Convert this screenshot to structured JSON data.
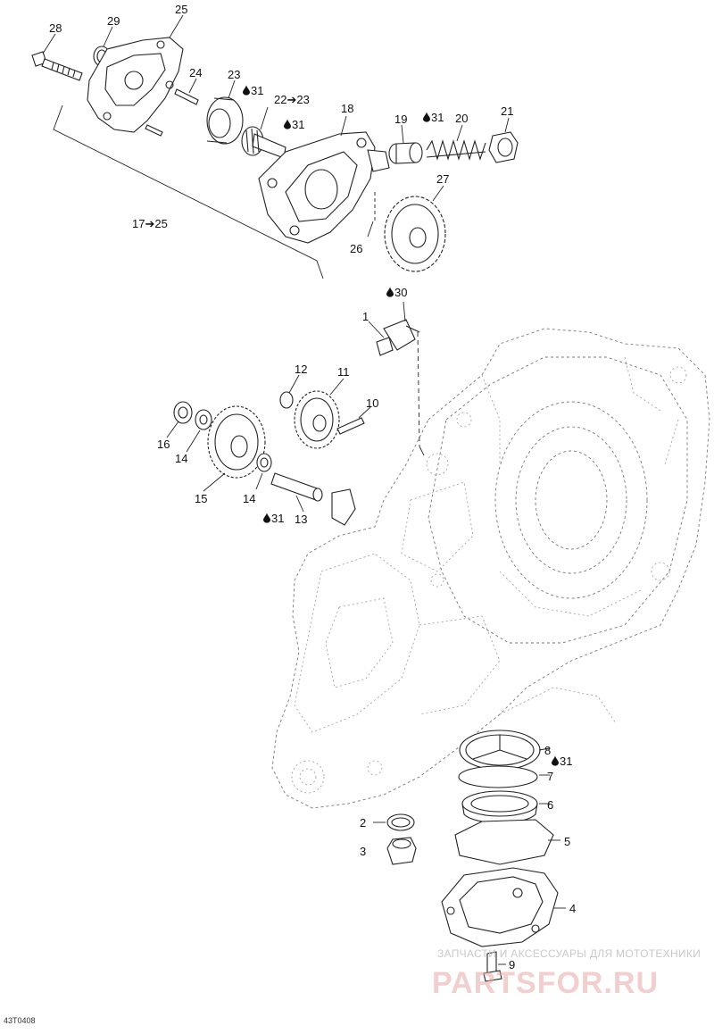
{
  "callouts": {
    "c28": "28",
    "c29": "29",
    "c25": "25",
    "c24": "24",
    "c23": "23",
    "c22_23": "22➔23",
    "c18": "18",
    "c19": "19",
    "c20": "20",
    "c21": "21",
    "c27": "27",
    "c26": "26",
    "c17_25": "17➔25",
    "c1": "1",
    "c12": "12",
    "c11": "11",
    "c10": "10",
    "c16": "16",
    "c14a": "14",
    "c15": "15",
    "c14b": "14",
    "c13": "13",
    "c8": "8",
    "c7": "7",
    "c6": "6",
    "c5": "5",
    "c4": "4",
    "c2": "2",
    "c3": "3",
    "c9": "9"
  },
  "lubricants": {
    "l31_a": "31",
    "l31_b": "31",
    "l31_c": "31",
    "l30": "30",
    "l31_d": "31",
    "l31_e": "31"
  },
  "watermark": {
    "top_line": "ЗАПЧАСТИ И АКСЕССУАРЫ ДЛЯ МОТОТЕХНИКИ",
    "brand": "PARTSFOR.RU"
  },
  "diagram_code": "43T0408",
  "icons": {
    "oil_drop": "oil-drop-icon"
  }
}
